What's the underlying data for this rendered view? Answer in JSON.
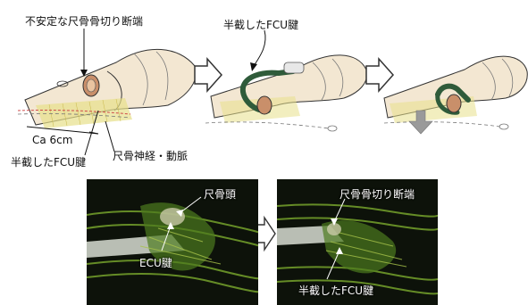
{
  "labels": {
    "unstable_ulna_end": "不安定な尺骨骨切り断端",
    "half_cut_fcu_top": "半截したFCU腱",
    "ca_6cm": "Ca 6cm",
    "half_cut_fcu_left": "半截したFCU腱",
    "ulnar_nerve_artery": "尺骨神経・動脈",
    "ulnar_head": "尺骨頭",
    "ecu_tendon": "ECU腱",
    "ulna_cut_end": "尺骨骨切り断端",
    "half_cut_fcu_photo": "半截したFCU腱"
  },
  "colors": {
    "skin": "#f3e7d2",
    "skin_shadow": "#d9c4a3",
    "tendon": "#2f5b3a",
    "grid_yellow": "#e7e08a",
    "arrow_fill": "#ffffff",
    "down_arrow": "#9a9a9a",
    "photo_bg": "#0d120a",
    "photo_green": "#6f9a2a"
  }
}
